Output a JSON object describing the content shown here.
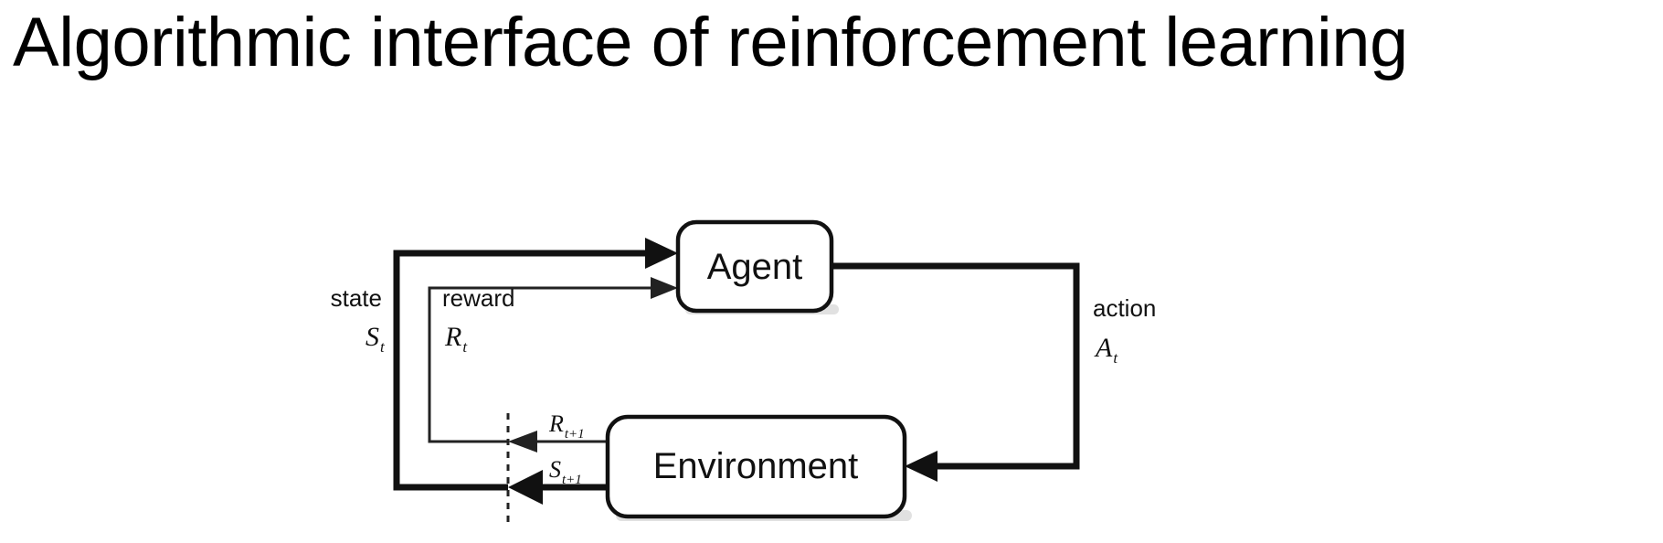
{
  "slide": {
    "title": "Algorithmic interface of reinforcement learning",
    "background_color": "#ffffff",
    "text_color": "#000000"
  },
  "diagram": {
    "type": "agent-environment-interaction-loop",
    "nodes": [
      {
        "id": "agent",
        "label": "Agent"
      },
      {
        "id": "environment",
        "label": "Environment"
      }
    ],
    "edges": [
      {
        "id": "state-edge",
        "from": "environment",
        "to": "agent",
        "name_label": "state",
        "symbol_base": "S",
        "symbol_sub": "t",
        "emitted_base": "S",
        "emitted_sub": "t+1",
        "weight": "thick"
      },
      {
        "id": "reward-edge",
        "from": "environment",
        "to": "agent",
        "name_label": "reward",
        "symbol_base": "R",
        "symbol_sub": "t",
        "emitted_base": "R",
        "emitted_sub": "t+1",
        "weight": "thin"
      },
      {
        "id": "action-edge",
        "from": "agent",
        "to": "environment",
        "name_label": "action",
        "symbol_base": "A",
        "symbol_sub": "t",
        "weight": "thick"
      }
    ],
    "time_boundary": {
      "style": "dashed-vertical-line",
      "meaning": "time-step boundary"
    },
    "stroke_color": "#111111"
  }
}
